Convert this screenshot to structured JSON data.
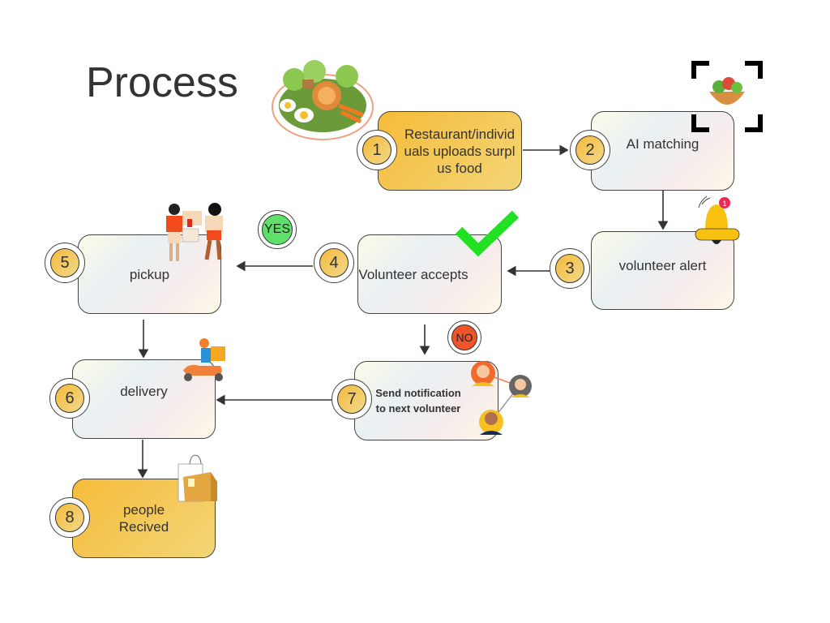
{
  "title": "Process",
  "steps": [
    {
      "n": "1",
      "label": "Restaurant/individuals uploads surplus food"
    },
    {
      "n": "2",
      "label": "AI matching"
    },
    {
      "n": "3",
      "label": "volunteer alert"
    },
    {
      "n": "4",
      "label": "Volunteer accepts"
    },
    {
      "n": "5",
      "label": "pickup"
    },
    {
      "n": "6",
      "label": "delivery"
    },
    {
      "n": "7",
      "label": "Send notification to next volunteer"
    },
    {
      "n": "8",
      "label": "people Recived"
    }
  ],
  "decisions": {
    "yes": "YES",
    "no": "NO"
  },
  "bell_count": "1",
  "colors": {
    "accent_yellow": "#f6bc3a",
    "yes_green": "#5ee06a",
    "no_red": "#f0542a",
    "check_green": "#22e022",
    "bell": "#f9c10f"
  }
}
